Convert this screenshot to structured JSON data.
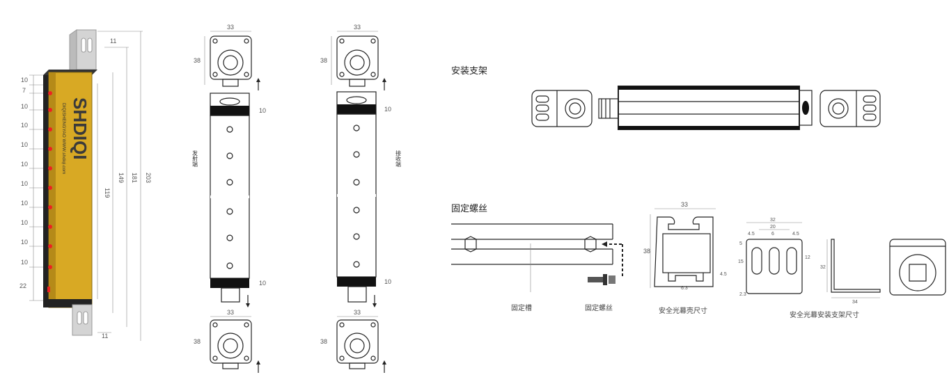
{
  "sensor": {
    "brand": "SHDIQI",
    "vertical_text": "DIQISHENGYAO WWW.shdiqi.com",
    "pitch_labels": [
      "10",
      "7",
      "10",
      "10",
      "10",
      "10",
      "10",
      "10",
      "10",
      "10",
      "10",
      "10",
      "22"
    ],
    "height_labels": [
      "11",
      "119",
      "149",
      "181",
      "203"
    ],
    "bottom_label": "11"
  },
  "front_views": {
    "width_label": "33",
    "height_label": "38",
    "end_label": "10",
    "emitter_label": "发射端",
    "receiver_label": "接收端"
  },
  "bracket_section": {
    "title": "安装支架"
  },
  "screw_section": {
    "title": "固定螺丝",
    "groove_caption": "固定槽",
    "screw_caption": "固定螺丝"
  },
  "housing": {
    "caption": "安全光幕壳尺寸",
    "width_label": "33",
    "height_label": "38",
    "slot_label": "6.3",
    "side_label": "4.5"
  },
  "bracket_dims": {
    "caption": "安全光幕安装支架尺寸",
    "labels": [
      "32",
      "20",
      "4.5",
      "6",
      "4.5",
      "5",
      "15",
      "12",
      "34",
      "32",
      "2.3"
    ]
  }
}
